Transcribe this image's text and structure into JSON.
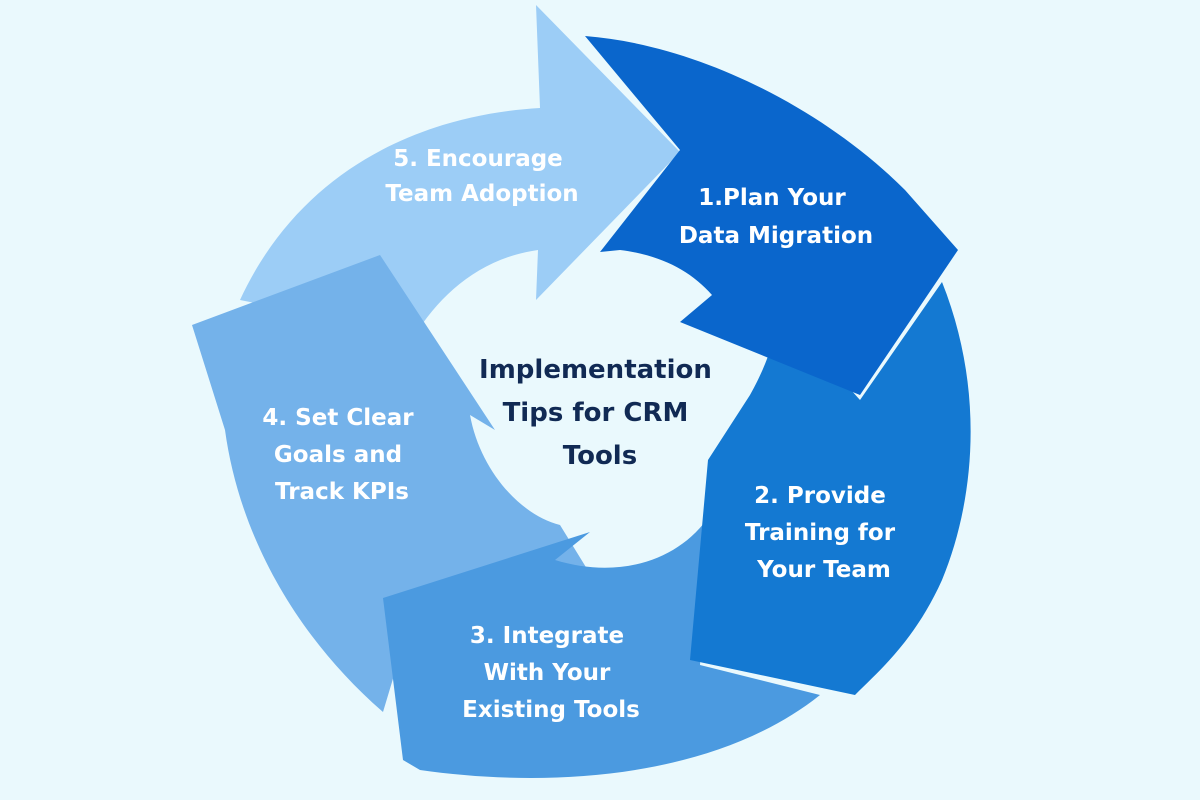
{
  "diagram": {
    "center_title": {
      "lines": [
        "Implementation",
        "Tips for CRM",
        "Tools"
      ]
    },
    "colors": {
      "background": "#eaf9fd",
      "center_text": "#112a54",
      "label_text": "#ffffff"
    },
    "steps": [
      {
        "lines": [
          "1.Plan Your",
          "Data Migration"
        ],
        "color": "#0a66cc"
      },
      {
        "lines": [
          "2. Provide",
          "Training for",
          "Your Team"
        ],
        "color": "#1479d2"
      },
      {
        "lines": [
          "3. Integrate",
          "With Your",
          "Existing Tools"
        ],
        "color": "#4b9ae0"
      },
      {
        "lines": [
          "4. Set Clear",
          "Goals and",
          "Track KPIs"
        ],
        "color": "#74b2ea"
      },
      {
        "lines": [
          "5. Encourage",
          "Team Adoption"
        ],
        "color": "#9ccdf6"
      }
    ]
  }
}
